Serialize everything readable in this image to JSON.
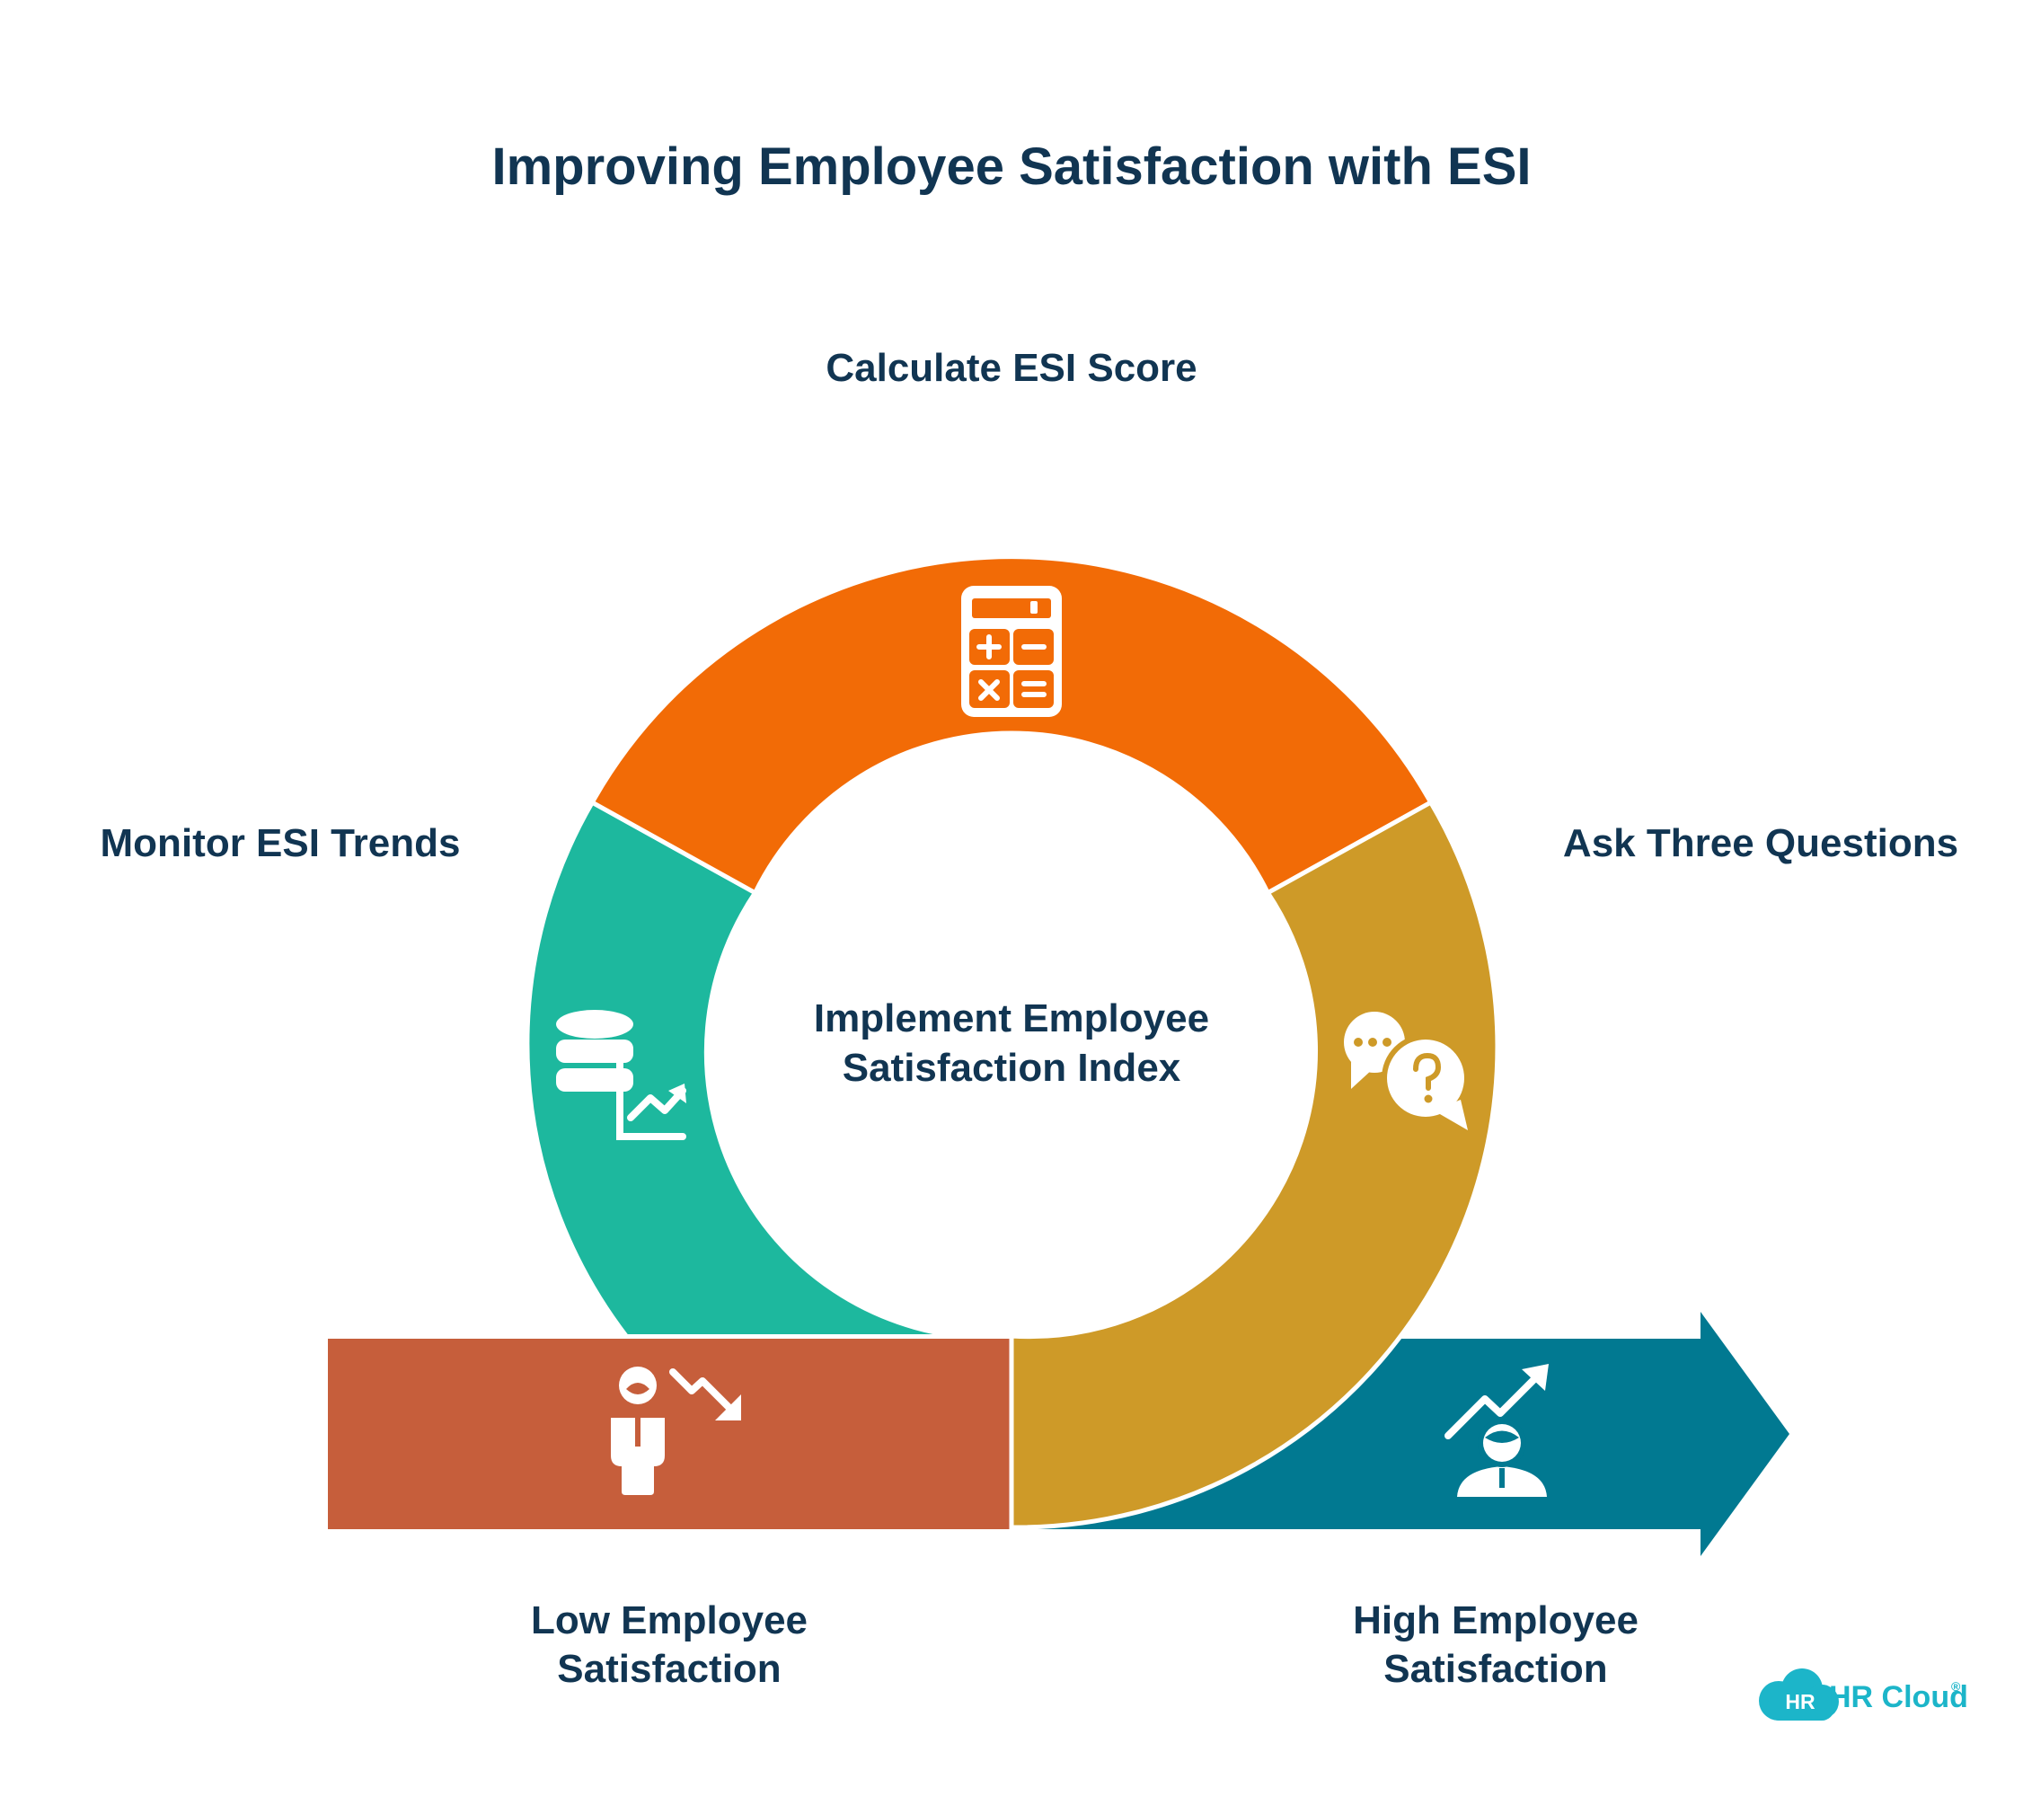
{
  "title": "Improving Employee Satisfaction with ESI",
  "center": {
    "line1": "Implement Employee",
    "line2": "Satisfaction Index"
  },
  "segments": [
    {
      "id": "calculate",
      "label": "Calculate ESI Score",
      "icon": "calculator-icon",
      "color": "#F26B06"
    },
    {
      "id": "ask",
      "label": "Ask Three Questions",
      "icon": "chat-question-icon",
      "color": "#CE9A28"
    },
    {
      "id": "monitor",
      "label": "Monitor ESI Trends",
      "icon": "database-trend-icon",
      "color": "#1DB89E"
    }
  ],
  "low": {
    "line1": "Low Employee",
    "line2": "Satisfaction",
    "icon": "person-trend-down-icon",
    "color": "#C65E3B"
  },
  "high": {
    "line1": "High Employee",
    "line2": "Satisfaction",
    "icon": "person-trend-up-icon",
    "color": "#017991"
  },
  "logo": {
    "badge": "HR",
    "text": "HR Cloud",
    "mark": "®",
    "color": "#1CB5C9"
  },
  "colors": {
    "text": "#113552",
    "background": "#FFFFFF"
  }
}
